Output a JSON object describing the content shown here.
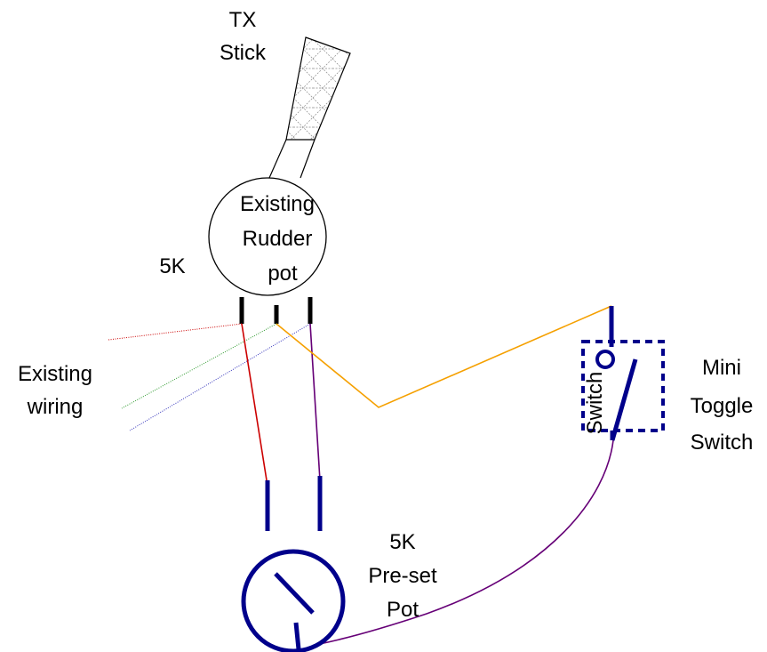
{
  "labels": {
    "tx_stick_line1": "TX",
    "tx_stick_line2": "Stick",
    "rudder_line1": "Existing",
    "rudder_line2": "Rudder",
    "rudder_line3": "pot",
    "rudder_value": "5K",
    "existing_wiring_line1": "Existing",
    "existing_wiring_line2": "wiring",
    "preset_line1": "5K",
    "preset_line2": "Pre-set",
    "preset_line3": "Pot",
    "toggle_line1": "Mini",
    "toggle_line2": "Toggle",
    "toggle_line3": "Switch",
    "switch_inner": "Switch"
  },
  "colors": {
    "red_wire": "#cc0000",
    "purple_wire": "#660077",
    "orange_wire": "#f5a000",
    "green_wire": "#2e9a2e",
    "blue_wire": "#3333bb",
    "component_blue": "#00008b",
    "outline": "#000000"
  }
}
